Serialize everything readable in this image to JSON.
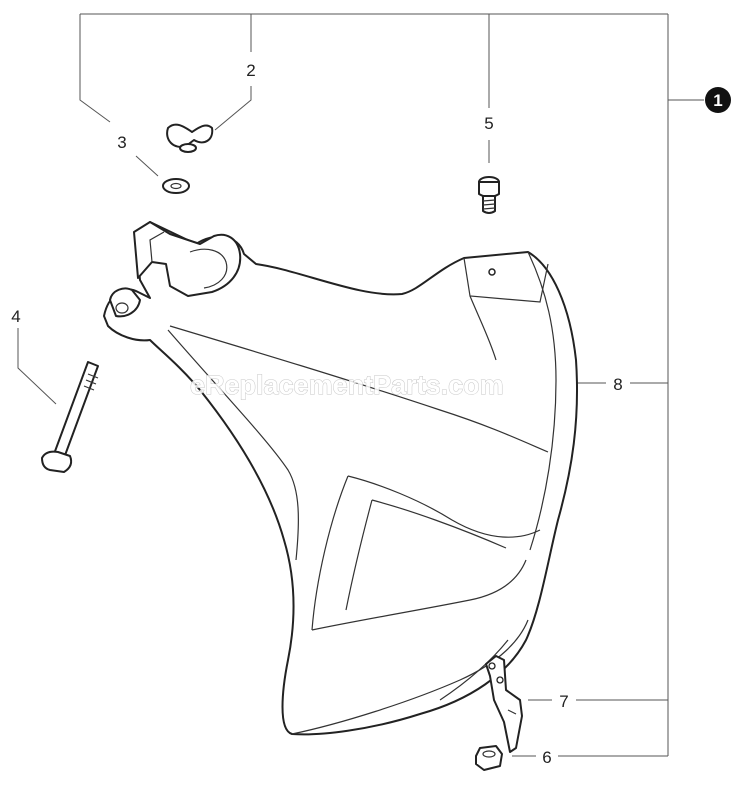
{
  "assembly_badge": "1",
  "callouts": {
    "c2": "2",
    "c3": "3",
    "c4": "4",
    "c5": "5",
    "c6": "6",
    "c7": "7",
    "c8": "8"
  },
  "watermark": "eReplacementParts.com"
}
